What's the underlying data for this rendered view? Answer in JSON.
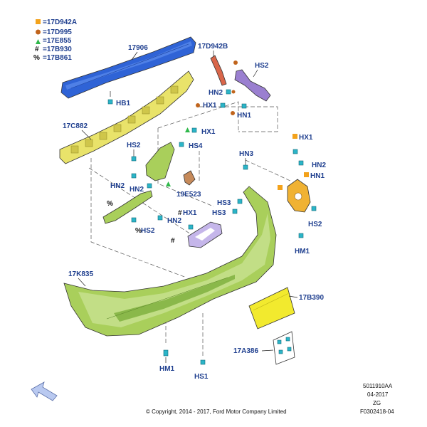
{
  "legend": [
    {
      "symbol": "■",
      "code": "=17D942A",
      "color": "#f3a21b"
    },
    {
      "symbol": "●",
      "code": "=17D995",
      "color": "#c0641c"
    },
    {
      "symbol": "▲",
      "code": "=17E855",
      "color": "#2fb84a"
    },
    {
      "symbol": "#",
      "code": "=17B930",
      "color": "#111111"
    },
    {
      "symbol": "%",
      "code": "=17B861",
      "color": "#111111"
    }
  ],
  "labels": {
    "p17906": "17906",
    "p17d942b": "17D942B",
    "p17c882": "17C882",
    "p19e523": "19E523",
    "p17k835": "17K835",
    "p17b390": "17B390",
    "p17a386": "17A386",
    "hb1": "HB1",
    "hs2_top": "HS2",
    "hn2_top": "HN2",
    "hx1_top": "HX1",
    "hn1_top": "HN1",
    "hx1_mid": "HX1",
    "hs4": "HS4",
    "hs2_left": "HS2",
    "hn2_left_a": "HN2",
    "hn2_left_b": "HN2",
    "hs2_lower": "HS2",
    "hn2_lower": "HN2",
    "hx1_lower": "HX1",
    "hn3": "HN3",
    "hs3_a": "HS3",
    "hs3_b": "HS3",
    "hx1_right": "HX1",
    "hn2_right": "HN2",
    "hn1_right": "HN1",
    "hs2_right": "HS2",
    "hm1_right": "HM1",
    "hm1_bottom": "HM1",
    "hs1_bottom": "HS1"
  },
  "symbols": {
    "pct_a": "%",
    "pct_b": "%",
    "hash_a": "#",
    "hash_b": "#"
  },
  "reference": {
    "line1": "5011910AA",
    "line2": "04-2017",
    "line3": "ZG",
    "line4": "F0302418-04"
  },
  "copyright": "© Copyright, 2014 - 2017, Ford Motor Company Limited",
  "colors": {
    "blue_beam": "#2f63d6",
    "yellow_absorber": "#e9e36a",
    "green_cover": "#a9cf5b",
    "orange_bracket": "#f0b233",
    "red_bracket": "#d9664a",
    "purple_bracket": "#9a7fd0",
    "plate_yellow": "#f2ea2e",
    "clip_cyan": "#2bb5c8"
  }
}
